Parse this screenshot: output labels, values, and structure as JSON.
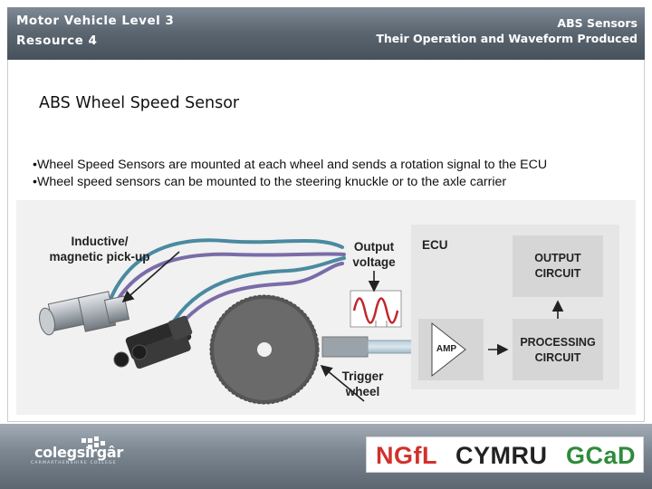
{
  "header": {
    "left_line1": "Motor Vehicle Level 3",
    "left_line2": "Resource 4",
    "right_line1": "ABS Sensors",
    "right_line2": "Their Operation and Waveform Produced"
  },
  "slide": {
    "title": "ABS Wheel Speed Sensor",
    "bullets": [
      "•Wheel Speed Sensors are mounted at each wheel and sends a rotation signal to the ECU",
      "•Wheel speed sensors can be mounted to the steering knuckle or to the axle carrier"
    ]
  },
  "diagram": {
    "inductive_label_1": "Inductive/",
    "inductive_label_2": "magnetic pick-up",
    "output_voltage_1": "Output",
    "output_voltage_2": "voltage",
    "trigger_1": "Trigger",
    "trigger_2": "wheel",
    "ecu": "ECU",
    "output_circuit_1": "OUTPUT",
    "output_circuit_2": "CIRCUIT",
    "processing_1": "PROCESSING",
    "processing_2": "CIRCUIT",
    "amp": "AMP",
    "colors": {
      "box": "#d6d6d6",
      "ecu_bg": "#e6e6e6",
      "waveform": "#c0272d",
      "arrow": "#222222"
    }
  },
  "footer": {
    "logo_text": "colegsirgâr",
    "logo_subtext": "CARMARTHENSHIRE COLLEGE",
    "ngfl_part1": "NGfL",
    "ngfl_part2": "CYMRU",
    "ngfl_part3": "GCaD"
  }
}
